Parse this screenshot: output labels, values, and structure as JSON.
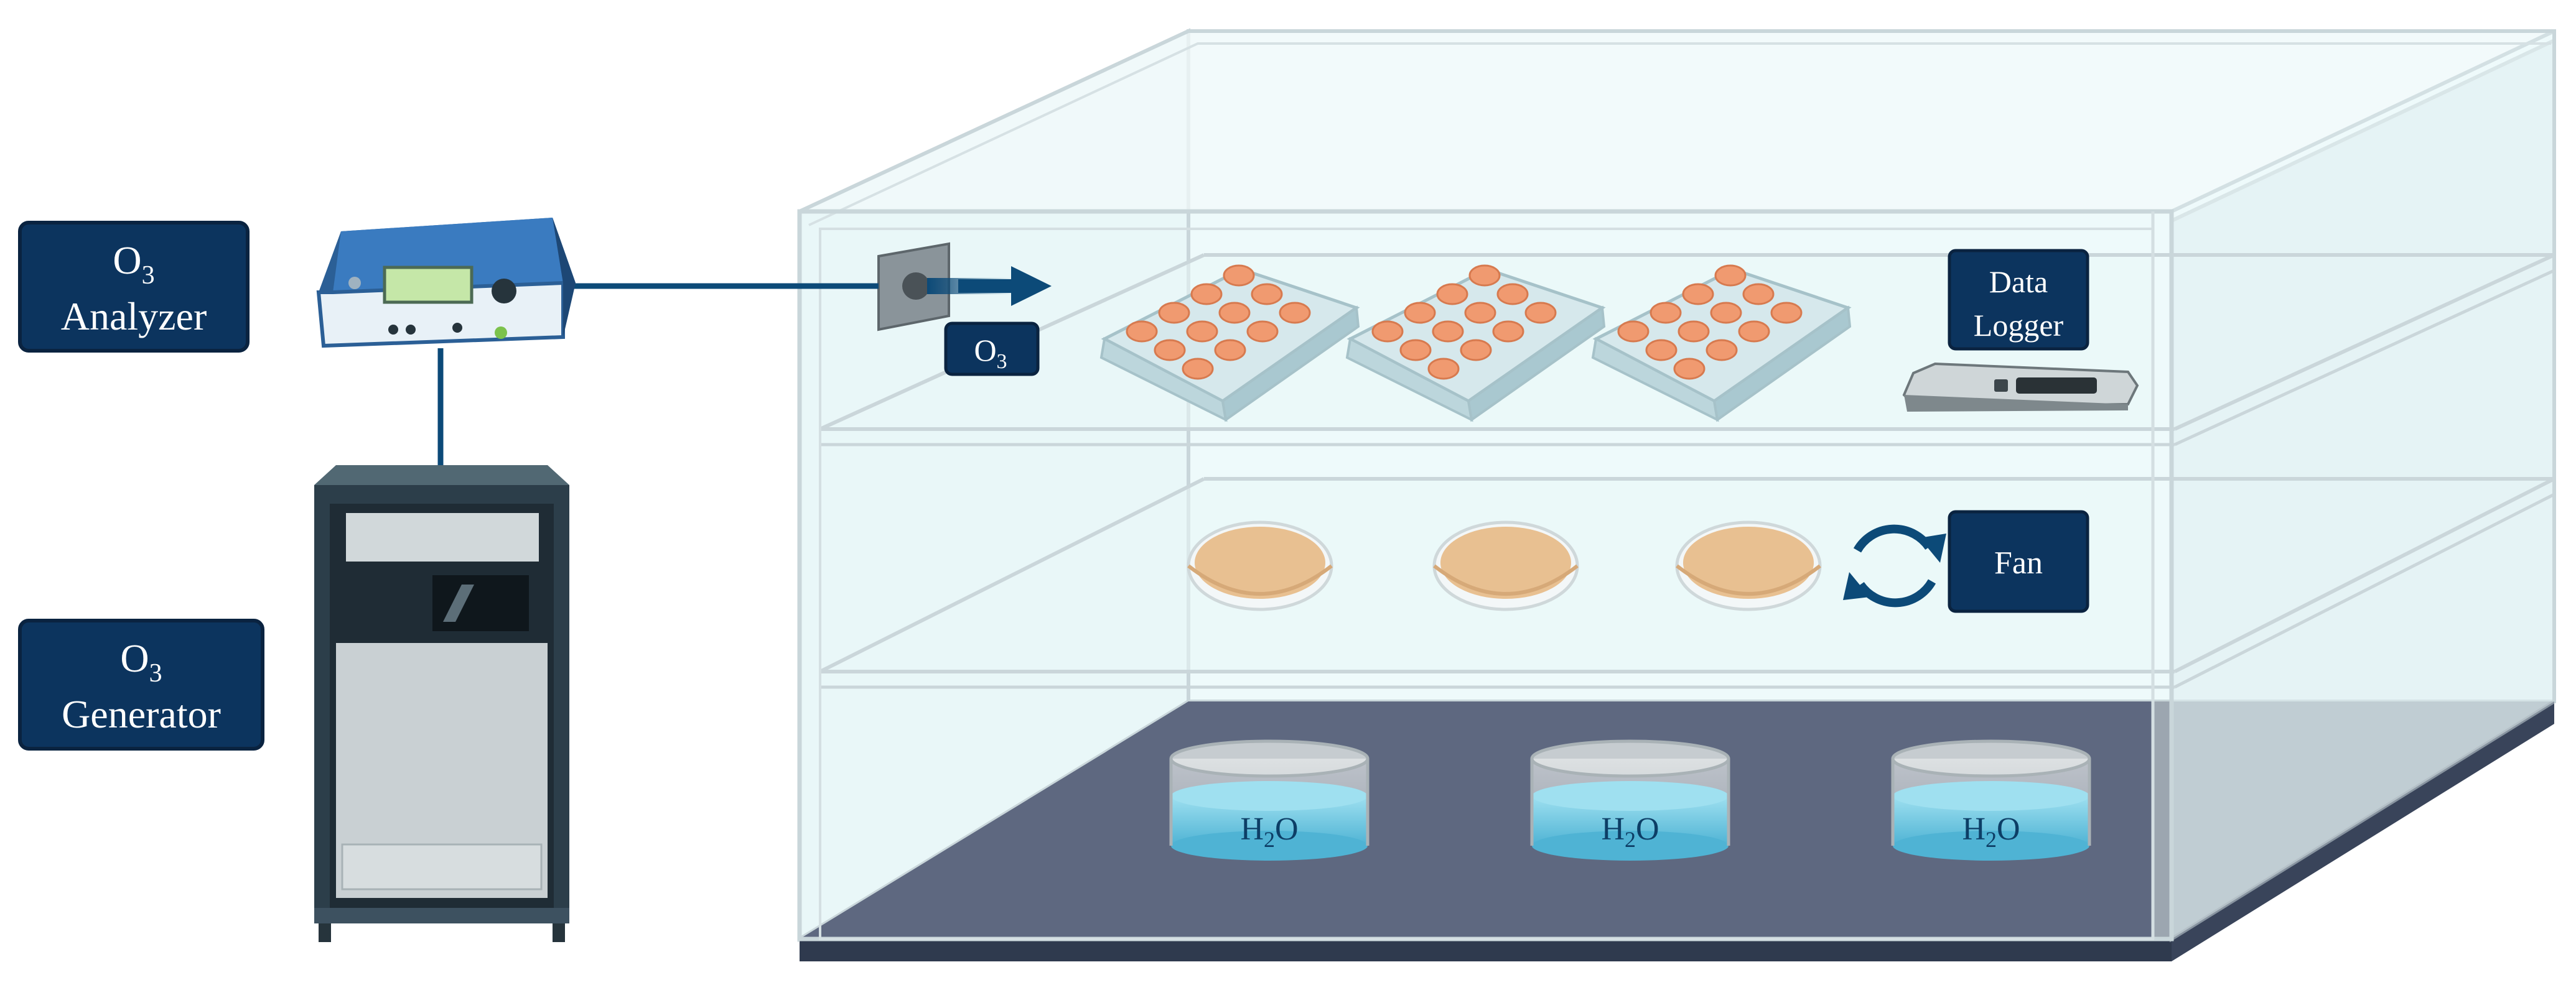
{
  "labels": {
    "analyzer": {
      "line1": "O",
      "sub1": "3",
      "line2": "Analyzer"
    },
    "generator": {
      "line1": "O",
      "sub1": "3",
      "line2": "Generator"
    },
    "inlet": {
      "text": "O",
      "sub": "3"
    },
    "logger": {
      "line1": "Data",
      "line2": "Logger"
    },
    "fan": {
      "text": "Fan"
    },
    "water": [
      {
        "pre": "H",
        "sub": "2",
        "post": "O"
      },
      {
        "pre": "H",
        "sub": "2",
        "post": "O"
      },
      {
        "pre": "H",
        "sub": "2",
        "post": "O"
      }
    ]
  },
  "colors": {
    "label_bg": "#0c345e",
    "chamber_fill": "#eefafb",
    "chamber_edge": "#c9d6da",
    "floor": "#5e6880",
    "floor_dark": "#39445a",
    "line": "#0c4a78",
    "well": "#f09a70",
    "dish": "#eac49a",
    "water": "#7fd0e6",
    "generator_body": "#2c3e4a",
    "analyzer_body": "#2b5f96"
  }
}
